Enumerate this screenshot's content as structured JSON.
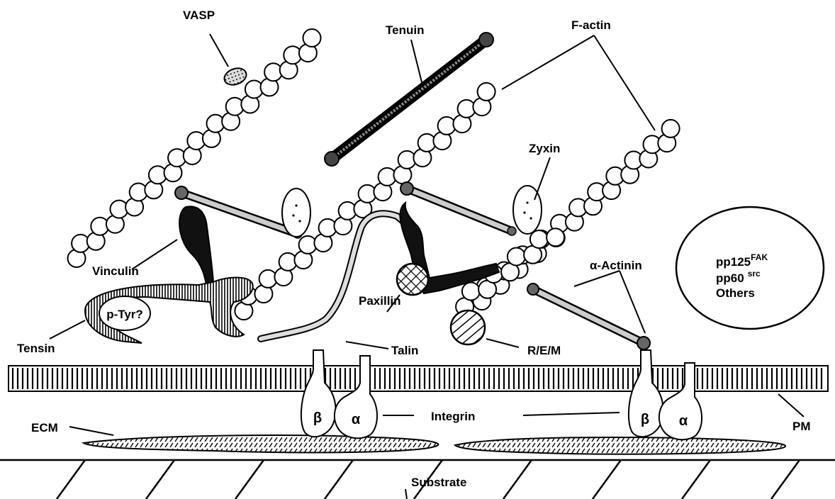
{
  "labels": {
    "vasp": "VASP",
    "tenuin": "Tenuin",
    "factin": "F-actin",
    "zyxin": "Zyxin",
    "vinculin": "Vinculin",
    "ptyr": "p-Tyr?",
    "tensin": "Tensin",
    "paxillin": "Paxillin",
    "talin": "Talin",
    "rem": "R/E/M",
    "alpha_actinin": "α-Actinin",
    "integrin": "Integrin",
    "ecm": "ECM",
    "pm": "PM",
    "substrate": "Substrate",
    "beta": "β",
    "alpha": "α"
  },
  "kinases": {
    "fak_base": "pp125",
    "fak_sup": "FAK",
    "src_base": "pp60",
    "src_sup": "src",
    "others": "Others"
  }
}
